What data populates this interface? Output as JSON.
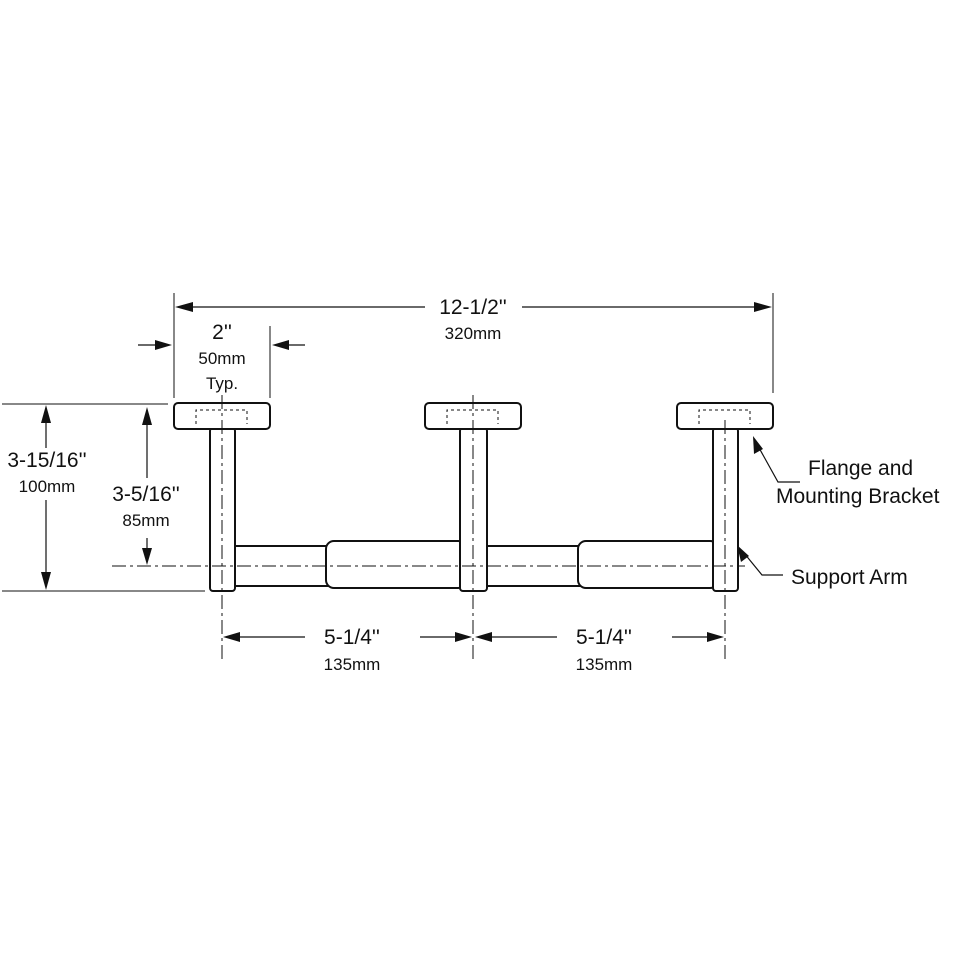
{
  "dimensions": {
    "overall_width": {
      "imperial": "12-1/2''",
      "metric": "320mm"
    },
    "flange_width": {
      "imperial": "2''",
      "metric": "50mm",
      "note": "Typ."
    },
    "overall_depth": {
      "imperial": "3-15/16''",
      "metric": "100mm"
    },
    "arm_depth": {
      "imperial": "3-5/16''",
      "metric": "85mm"
    },
    "spacing_left": {
      "imperial": "5-1/4''",
      "metric": "135mm"
    },
    "spacing_right": {
      "imperial": "5-1/4''",
      "metric": "135mm"
    }
  },
  "callouts": {
    "flange_line1": "Flange and",
    "flange_line2": "Mounting Bracket",
    "support_arm": "Support Arm"
  }
}
